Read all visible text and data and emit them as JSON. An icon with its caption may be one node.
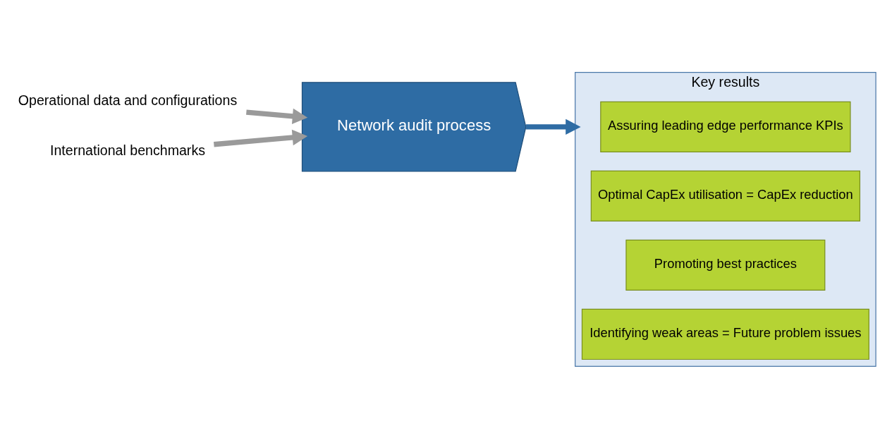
{
  "diagram": {
    "nodes": [
      {
        "text": [
          "Operational data and configurations"
        ]
      },
      {
        "text": [
          "Network audit process"
        ]
      },
      {
        "text": [
          "International benchmarks"
        ]
      },
      {
        "text": [
          "Key results"
        ]
      },
      {
        "text": [
          "Assuring leading edge performance KPIs"
        ],
        "in": 3
      },
      {
        "text": [
          "Optimal CapEx utilisation = CapEx reduction"
        ],
        "in": 3
      },
      {
        "text": [
          "Promoting best practices"
        ],
        "in": 3
      },
      {
        "text": [
          "Identifying weak areas = Future problem issues"
        ],
        "in": 3
      }
    ],
    "edges": [
      {
        "from": 0,
        "to": 1,
        "arrow": "to"
      },
      {
        "from": 2,
        "to": 1,
        "arrow": "to"
      },
      {
        "from": 1,
        "to": 3,
        "arrow": "to",
        "color": "#2e6ca4"
      }
    ]
  }
}
